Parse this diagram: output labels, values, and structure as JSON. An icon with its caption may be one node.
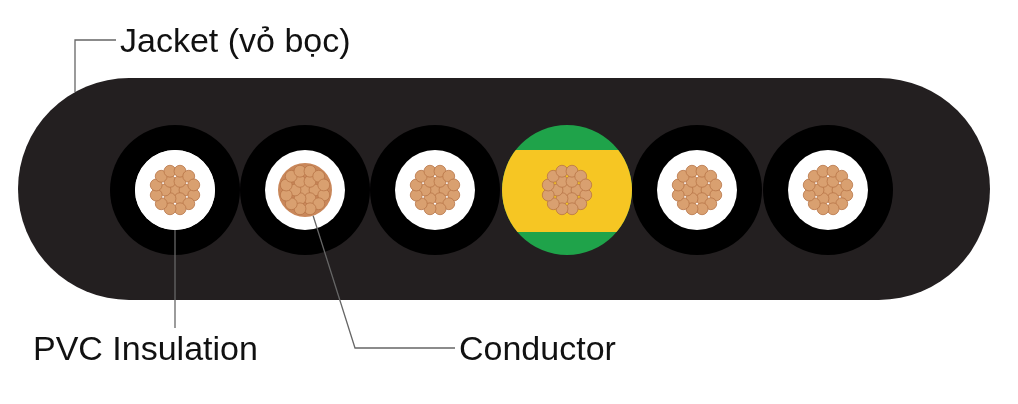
{
  "diagram": {
    "nodes": [
      {
        "text": [
          "Jacket (vỏ bọc)"
        ]
      },
      {
        "text": [],
        "shape": "box"
      },
      {
        "text": [],
        "shape": "circle",
        "in": 1
      },
      {
        "text": [],
        "shape": "circle",
        "in": 1
      },
      {
        "text": [
          "PVC Insulation"
        ]
      },
      {
        "text": [
          "Conductor"
        ]
      }
    ],
    "edges": [
      {
        "from": 0,
        "to": 1,
        "arrow": "none"
      },
      {
        "from": 4,
        "to": 2,
        "arrow": "none"
      },
      {
        "from": 5,
        "to": 3,
        "arrow": "none"
      }
    ]
  }
}
